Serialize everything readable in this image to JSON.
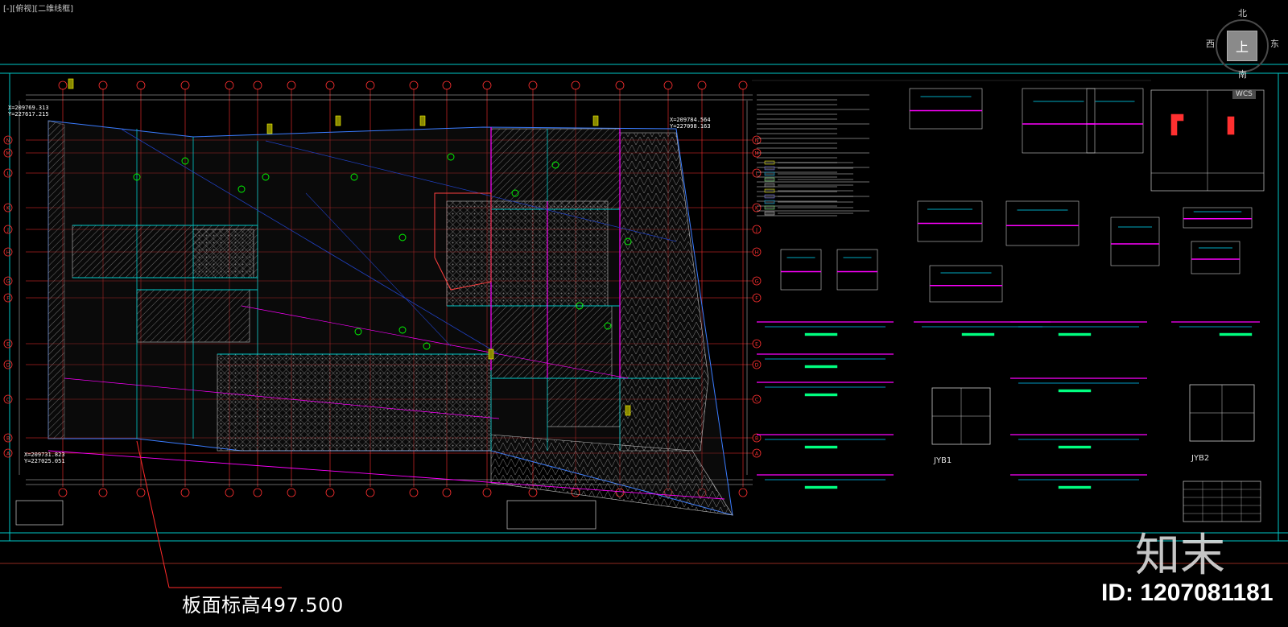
{
  "viewport": {
    "label": "[-][俯视][二维线框]",
    "background": "#000000"
  },
  "viewcube": {
    "north": "北",
    "south": "南",
    "east": "东",
    "west": "西",
    "face": "上",
    "wcs": "WCS"
  },
  "drawing": {
    "elevation_label": "板面标高497.500",
    "coords": [
      {
        "x": "X=209769.313",
        "y": "Y=227617.215"
      },
      {
        "x": "X=209784.564",
        "y": "Y=227098.163"
      },
      {
        "x": "X=209731.823",
        "y": "Y=227025.051"
      }
    ],
    "detail_labels": [
      "JYB1",
      "JYB2"
    ],
    "grid_rows": [
      "N",
      "M",
      "L",
      "K",
      "J",
      "H",
      "G",
      "F",
      "E",
      "D",
      "C",
      "B",
      "A"
    ],
    "colors": {
      "frame": "#00c8c8",
      "grid": "#ff3030",
      "wall": "#ff00ff",
      "beam": "#3a7cff",
      "slab": "#c0c0c0",
      "green": "#00ff00",
      "yellow": "#ffff00"
    }
  },
  "watermark": {
    "logo": "知末",
    "id_text": "ID: 1207081181"
  }
}
